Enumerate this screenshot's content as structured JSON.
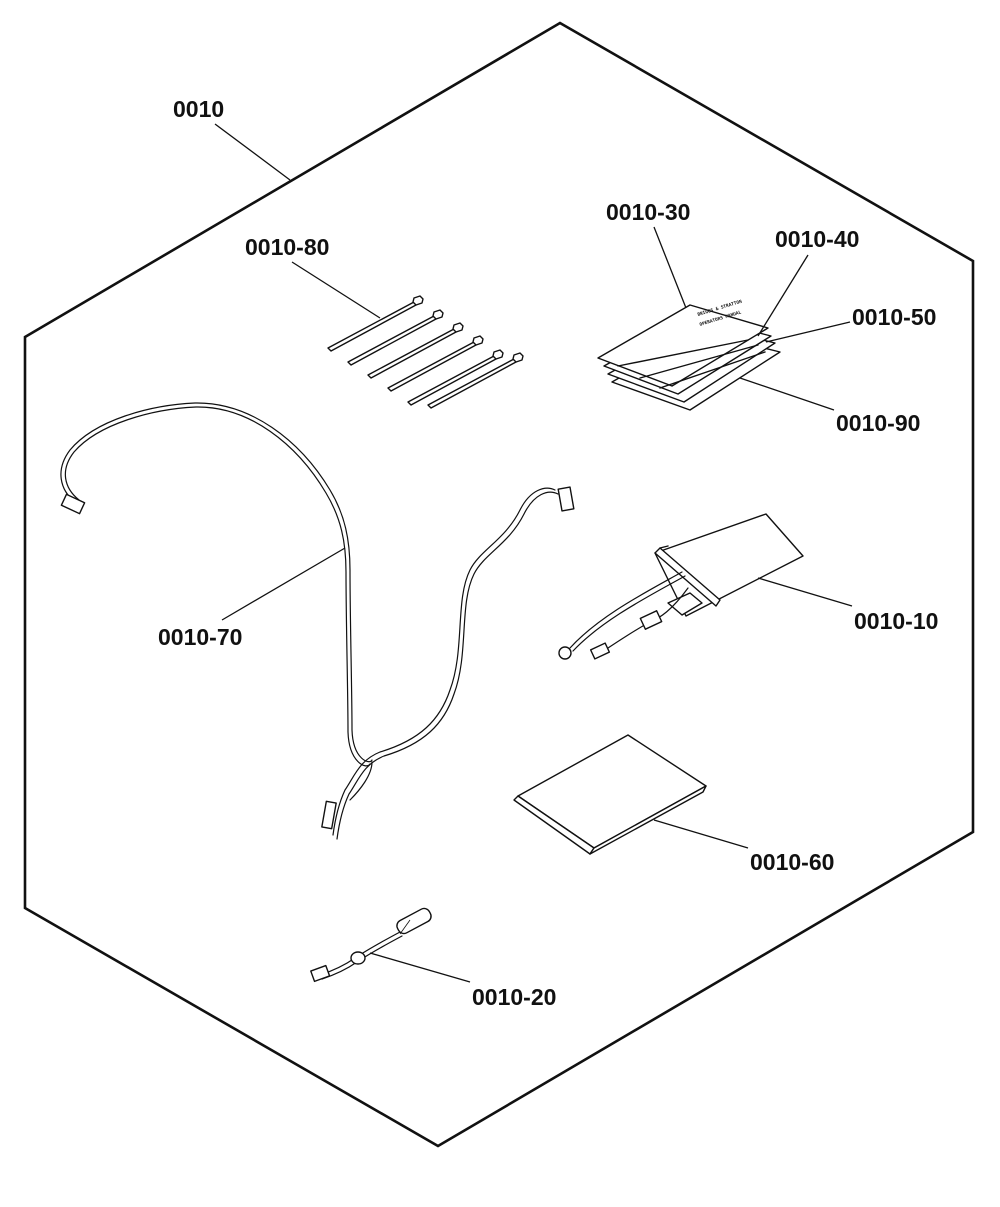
{
  "callouts": {
    "kit": "0010",
    "cable_ties": "0010-80",
    "doc_top": "0010-30",
    "doc_second": "0010-40",
    "doc_third": "0010-50",
    "doc_bottom": "0010-90",
    "wire_harness": "0010-70",
    "heater_pad": "0010-10",
    "cover_plate": "0010-60",
    "sensor": "0010-20"
  },
  "document_stack": {
    "title_line_1": "BRIGGS & STRATTON",
    "title_line_2": "OPERATORS MANUAL"
  },
  "colors": {
    "line": "#111111",
    "background": "#ffffff"
  }
}
